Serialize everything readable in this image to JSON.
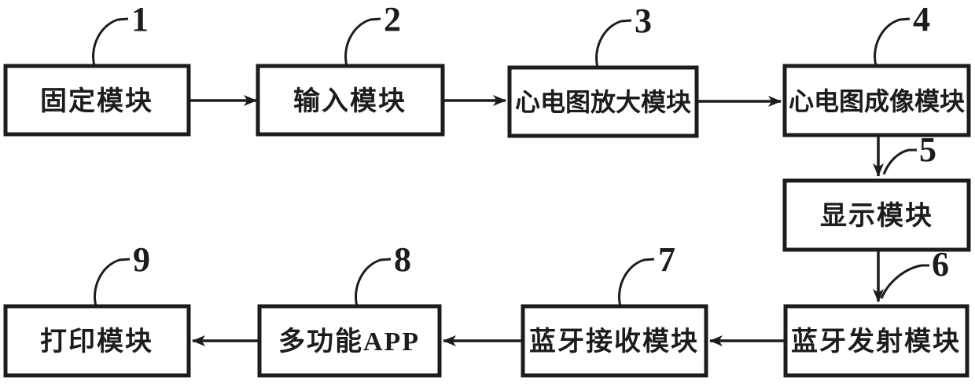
{
  "figure": {
    "background": "#ffffff",
    "ink": "#1c1c1c"
  },
  "modules": [
    {
      "ref": "1",
      "label": "固定模块"
    },
    {
      "ref": "2",
      "label": "输入模块"
    },
    {
      "ref": "3",
      "label": "心电图放大模块"
    },
    {
      "ref": "4",
      "label": "心电图成像模块"
    },
    {
      "ref": "5",
      "label": "显示模块"
    },
    {
      "ref": "6",
      "label": "蓝牙发射模块"
    },
    {
      "ref": "7",
      "label": "蓝牙接收模块"
    },
    {
      "ref": "8",
      "label": "多功能APP"
    },
    {
      "ref": "9",
      "label": "打印模块"
    }
  ],
  "connections": [
    {
      "from": "固定模块",
      "to": "输入模块",
      "direction": "right"
    },
    {
      "from": "输入模块",
      "to": "心电图放大模块",
      "direction": "right"
    },
    {
      "from": "心电图放大模块",
      "to": "心电图成像模块",
      "direction": "right"
    },
    {
      "from": "心电图成像模块",
      "to": "显示模块",
      "direction": "down"
    },
    {
      "from": "显示模块",
      "to": "蓝牙发射模块",
      "direction": "down"
    },
    {
      "from": "蓝牙发射模块",
      "to": "蓝牙接收模块",
      "direction": "left"
    },
    {
      "from": "蓝牙接收模块",
      "to": "多功能APP",
      "direction": "left"
    },
    {
      "from": "多功能APP",
      "to": "打印模块",
      "direction": "left"
    }
  ]
}
